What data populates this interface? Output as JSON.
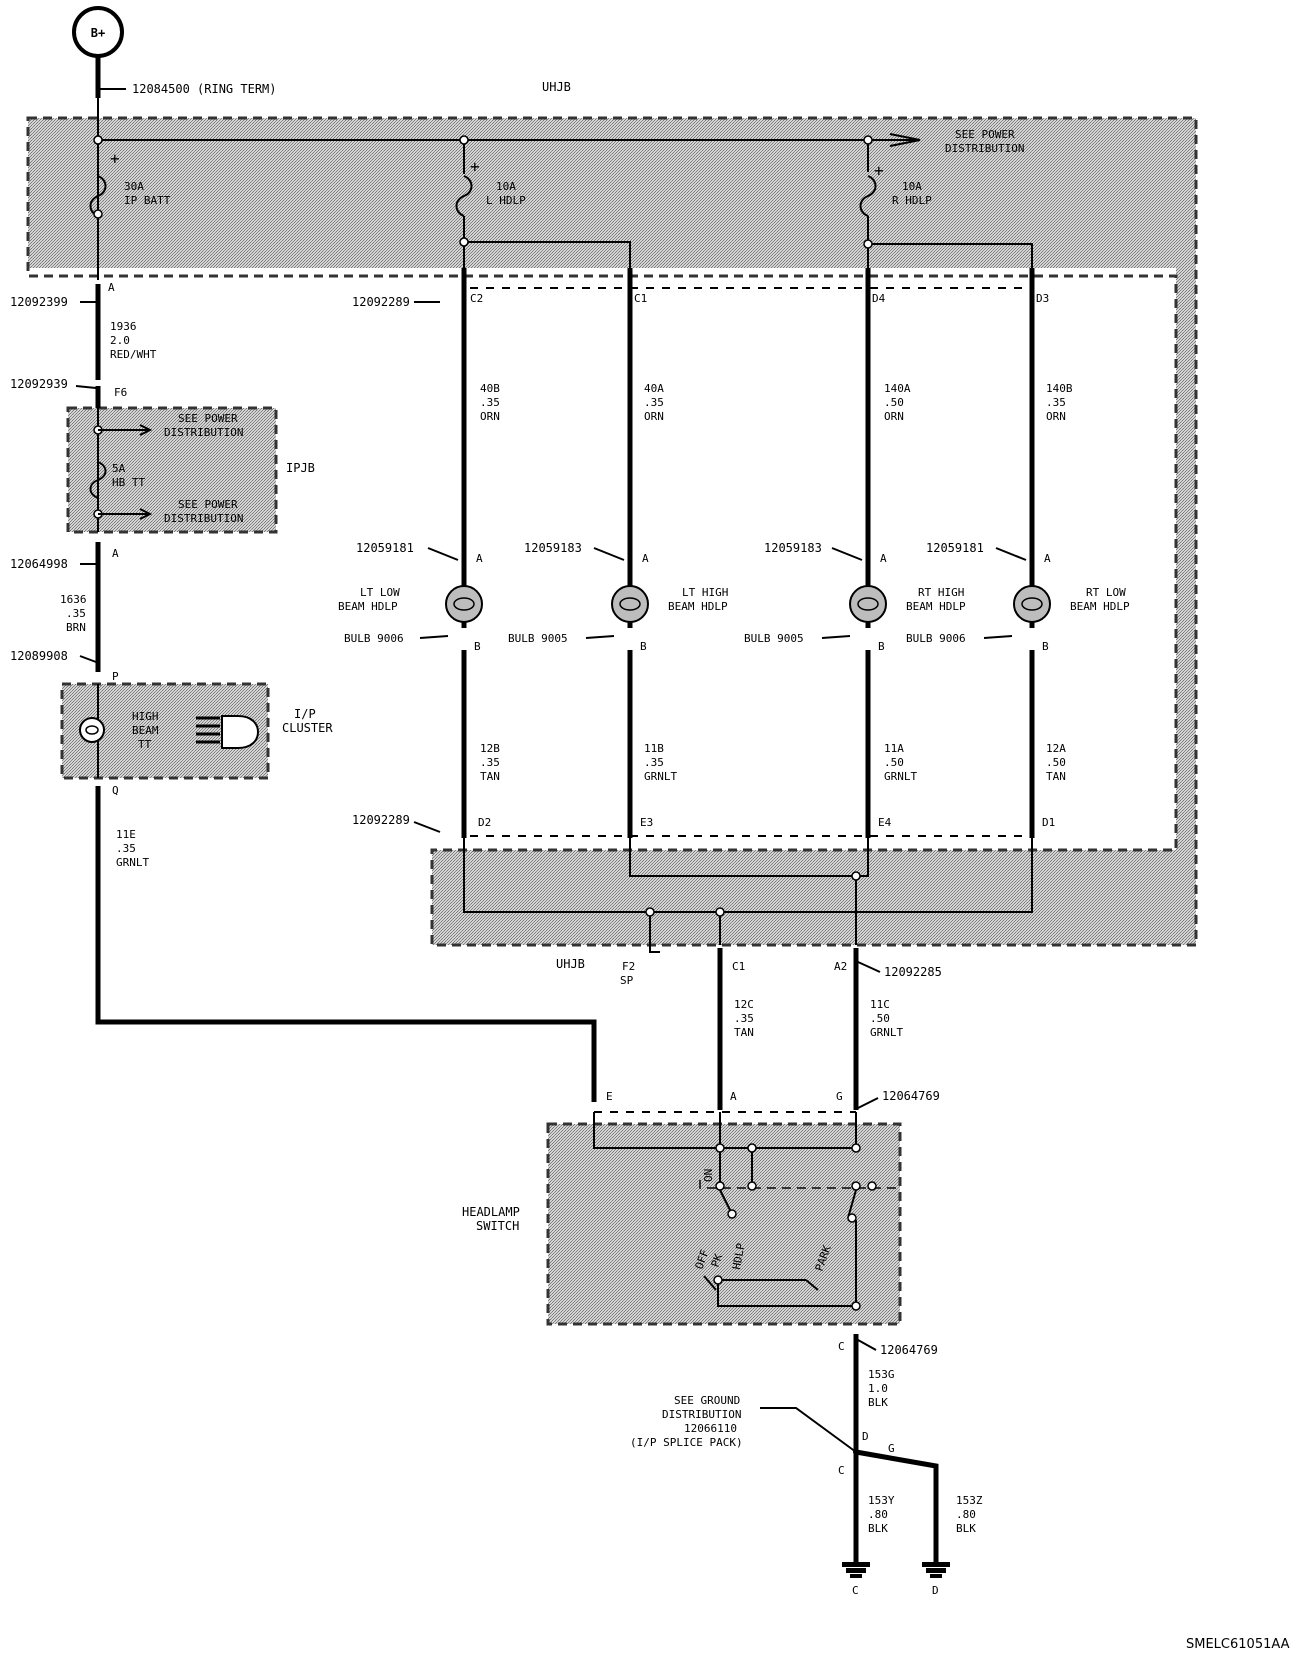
{
  "battery": {
    "label": "B+",
    "terminal": "12084500 (RING TERM)"
  },
  "uhjb": {
    "label": "UHJB",
    "bottom_label": "UHJB"
  },
  "see_power_distribution": "SEE POWER\nDISTRIBUTION",
  "fuses": {
    "ip_batt": "30A\nIP BATT",
    "l_hdlp": "10A\nL HDLP",
    "r_hdlp": "10A\nR HDLP",
    "hb_tt": "5A\nHB TT"
  },
  "ipjb": {
    "label": "IPJB"
  },
  "cluster": {
    "label": "I/P\nCLUSTER",
    "lamp": "HIGH\nBEAM\nTT"
  },
  "left_column": {
    "conn_12092399": "12092399",
    "pin_a1": "A",
    "wire_1936": "1936\n2.0\nRED/WHT",
    "conn_12092939": "12092939",
    "pin_f6": "F6",
    "conn_12064998": "12064998",
    "pin_a2": "A",
    "wire_1636": "1636\n.35\nBRN",
    "conn_12089908": "12089908",
    "pin_p": "P",
    "pin_q": "Q",
    "wire_11e": "11E\n.35\nGRNLT"
  },
  "top_connectors": {
    "part": "12092289",
    "c2": "C2",
    "c1": "C1",
    "d4": "D4",
    "d3": "D3"
  },
  "upper_wires": {
    "w40b": "40B\n.35\nORN",
    "w40a": "40A\n.35\nORN",
    "w140a": "140A\n.50\nORN",
    "w140b": "140B\n.35\nORN"
  },
  "lamps": [
    {
      "conn": "12059181",
      "pin_a": "A",
      "pin_b": "B",
      "name": "LT LOW\nBEAM HDLP",
      "bulb": "BULB 9006"
    },
    {
      "conn": "12059183",
      "pin_a": "A",
      "pin_b": "B",
      "name": "LT HIGH\nBEAM HDLP",
      "bulb": "BULB 9005"
    },
    {
      "conn": "12059183",
      "pin_a": "A",
      "pin_b": "B",
      "name": "RT HIGH\nBEAM HDLP",
      "bulb": "BULB 9005"
    },
    {
      "conn": "12059181",
      "pin_a": "A",
      "pin_b": "B",
      "name": "RT LOW\nBEAM HDLP",
      "bulb": "BULB 9006"
    }
  ],
  "lower_wires": {
    "w12b": "12B\n.35\nTAN",
    "w11b": "11B\n.35\nGRNLT",
    "w11a": "11A\n.50\nGRNLT",
    "w12a": "12A\n.50\nTAN"
  },
  "bottom_connectors": {
    "part": "12092289",
    "d2": "D2",
    "e3": "E3",
    "e4": "E4",
    "d1": "D1"
  },
  "uhjb_out": {
    "f2_sp": "F2\nSP",
    "c1": "C1",
    "a2": "A2",
    "part": "12092285",
    "w12c": "12C\n.35\nTAN",
    "w11c": "11C\n.50\nGRNLT"
  },
  "switch": {
    "label": "HEADLAMP\nSWITCH",
    "pin_e": "E",
    "pin_a": "A",
    "pin_g": "G",
    "conn_top": "12064769",
    "pin_c": "C",
    "conn_bottom": "12064769",
    "pos_off": "OFF",
    "pos_pk": "PK",
    "pos_hdlp": "HDLP",
    "pos_park": "PARK",
    "pos_on": "ON"
  },
  "ground": {
    "w153g": "153G\n1.0\nBLK",
    "note": "SEE GROUND\nDISTRIBUTION\n12066110\n(I/P SPLICE PACK)",
    "pin_d": "D",
    "pin_g": "G",
    "pin_c": "C",
    "w153y": "153Y\n.80\nBLK",
    "w153z": "153Z\n.80\nBLK",
    "gnd_c": "C",
    "gnd_d": "D"
  },
  "figure_id": "SMELC61051AA"
}
